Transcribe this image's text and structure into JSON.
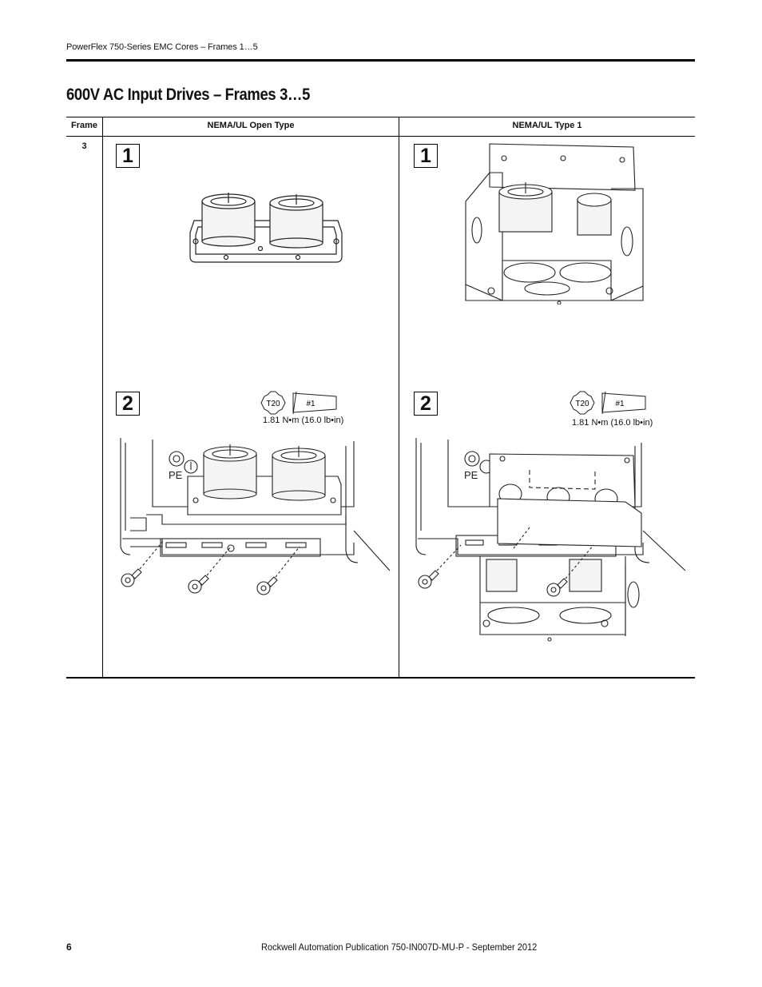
{
  "header": {
    "running_title": "PowerFlex 750-Series EMC Cores – Frames 1…5"
  },
  "section": {
    "title": "600V AC Input Drives – Frames 3…5"
  },
  "table": {
    "columns": [
      "Frame",
      "NEMA/UL Open Type",
      "NEMA/UL Type 1"
    ],
    "rows": [
      {
        "frame": "3"
      }
    ]
  },
  "steps": {
    "step1": "1",
    "step2": "2"
  },
  "tools": {
    "torx": "T20",
    "phillips": "#1",
    "torque": "1.81 N•m (16.0 lb•in)"
  },
  "figure_labels": {
    "pe": "PE"
  },
  "footer": {
    "page_number": "6",
    "publication": "Rockwell Automation Publication 750-IN007D-MU-P - September 2012"
  }
}
